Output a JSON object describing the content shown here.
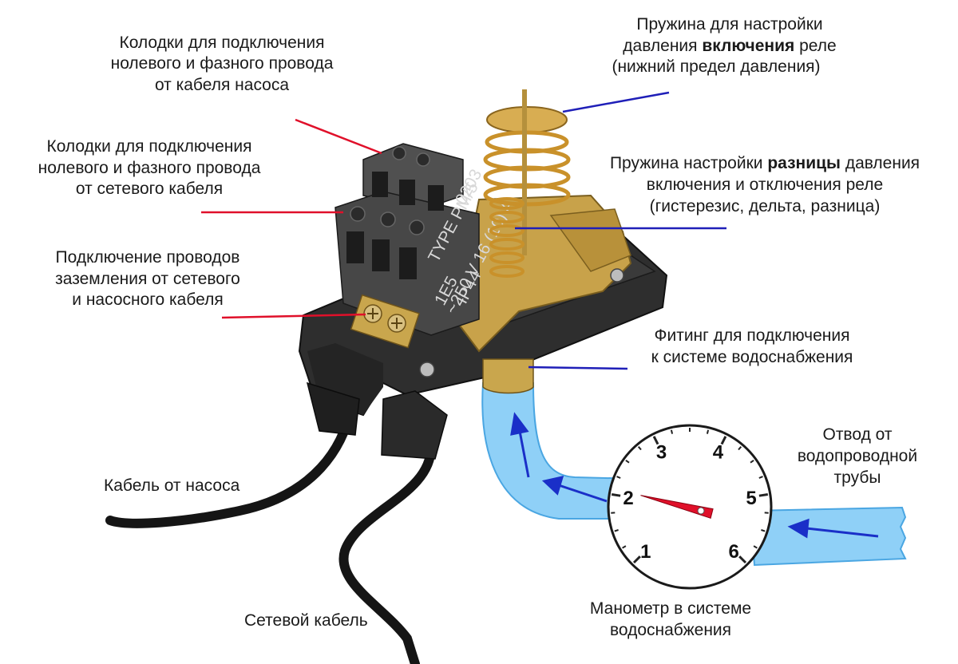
{
  "labels": {
    "block_pump": [
      "Колодки для подключения",
      "нолевого и фазного провода",
      "от кабеля насоса"
    ],
    "block_mains": [
      "Колодки для подключения",
      "нолевого и фазного провода",
      "от сетевого кабеля"
    ],
    "ground": [
      "Подключение проводов",
      "заземления от сетевого",
      "и насосного кабеля"
    ],
    "spring_on": {
      "line1": "Пружина для настройки",
      "line2_pre": "давления ",
      "line2_bold": "включения",
      "line2_post": " реле",
      "line3": "(нижний предел давления)"
    },
    "spring_diff": {
      "line1_pre": "Пружина настройки ",
      "line1_bold": "разницы",
      "line1_post": " давления",
      "line2": "включения и отключения реле",
      "line3": "(гистерезис, дельта, разница)"
    },
    "fitting": [
      "Фитинг для подключения",
      "к системе водоснабжения"
    ],
    "branch": [
      "Отвод от",
      "водопроводной",
      "трубы"
    ],
    "pump_cable": "Кабель от насоса",
    "mains_cable": "Сетевой кабель",
    "gauge": [
      "Манометр в системе",
      "водоснабжения"
    ]
  },
  "device": {
    "type": "TYPE  PM/5",
    "code": "0203",
    "rating": "~250 V 16 (10) A",
    "model": "1E5",
    "ip": "IP44"
  },
  "gauge_scale": [
    "1",
    "2",
    "3",
    "4",
    "5",
    "6"
  ],
  "gauge_reading": 2.1,
  "colors": {
    "red_leader": "#e0102a",
    "blue_leader": "#1f1fb8",
    "water": "#7ec8f5",
    "water_dark": "#3f9fe0",
    "arrow": "#1a2fc8"
  }
}
